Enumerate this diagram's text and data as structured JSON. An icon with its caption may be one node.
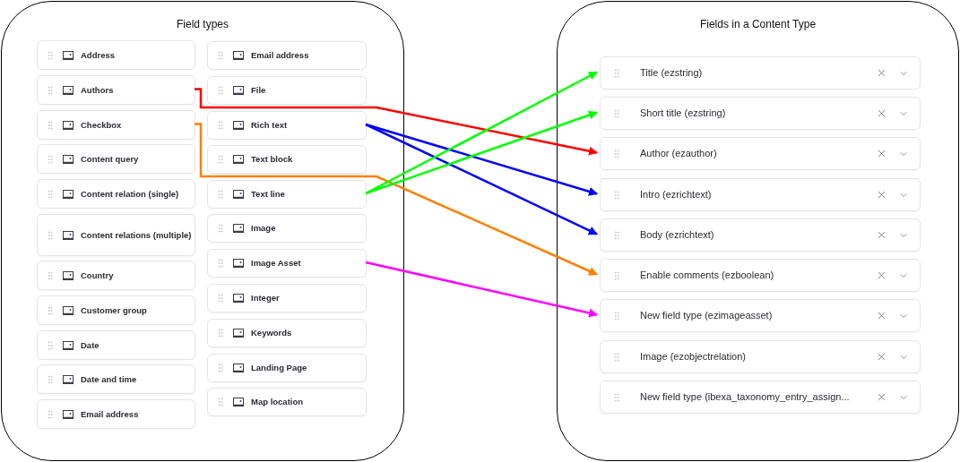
{
  "diagram": {
    "nodes": [
      {
        "text": [
          "Field types"
        ]
      },
      {
        "text": [
          "Address"
        ],
        "in": 0
      },
      {
        "text": [
          "Authors"
        ],
        "in": 0
      },
      {
        "text": [
          "Checkbox"
        ],
        "in": 0
      },
      {
        "text": [
          "Content query"
        ],
        "in": 0
      },
      {
        "text": [
          "Content relation (single)"
        ],
        "in": 0
      },
      {
        "text": [
          "Content relations (multiple)"
        ],
        "in": 0
      },
      {
        "text": [
          "Country"
        ],
        "in": 0
      },
      {
        "text": [
          "Customer group"
        ],
        "in": 0
      },
      {
        "text": [
          "Date"
        ],
        "in": 0
      },
      {
        "text": [
          "Date and time"
        ],
        "in": 0
      },
      {
        "text": [
          "Email address"
        ],
        "in": 0
      },
      {
        "text": [
          "Email address"
        ],
        "in": 0
      },
      {
        "text": [
          "File"
        ],
        "in": 0
      },
      {
        "text": [
          "Rich text"
        ],
        "in": 0
      },
      {
        "text": [
          "Text block"
        ],
        "in": 0
      },
      {
        "text": [
          "Text line"
        ],
        "in": 0
      },
      {
        "text": [
          "Image"
        ],
        "in": 0
      },
      {
        "text": [
          "Image Asset"
        ],
        "in": 0
      },
      {
        "text": [
          "Integer"
        ],
        "in": 0
      },
      {
        "text": [
          "Keywords"
        ],
        "in": 0
      },
      {
        "text": [
          "Landing Page"
        ],
        "in": 0
      },
      {
        "text": [
          "Map location"
        ],
        "in": 0
      },
      {
        "text": [
          "Fields in a Content Type"
        ]
      },
      {
        "text": [
          "Title (ezstring)"
        ],
        "in": 23
      },
      {
        "text": [
          "Short title (ezstring)"
        ],
        "in": 23
      },
      {
        "text": [
          "Author (ezauthor)"
        ],
        "in": 23
      },
      {
        "text": [
          "Intro (ezrichtext)"
        ],
        "in": 23
      },
      {
        "text": [
          "Body (ezrichtext)"
        ],
        "in": 23
      },
      {
        "text": [
          "Enable comments (ezboolean)"
        ],
        "in": 23
      },
      {
        "text": [
          "New field type (ezimageasset)"
        ],
        "in": 23
      },
      {
        "text": [
          "Image (ezobjectrelation)"
        ],
        "in": 23
      },
      {
        "text": [
          "New field type (ibexa_taxonomy_entry_assign..."
        ],
        "in": 23
      }
    ],
    "edges": [
      {
        "from": 2,
        "to": 26,
        "arrow": "to",
        "color": "#ff0000"
      },
      {
        "from": 3,
        "to": 29,
        "arrow": "to",
        "color": "#ff7f00"
      },
      {
        "from": 14,
        "to": 27,
        "arrow": "to",
        "color": "#0000ff"
      },
      {
        "from": 14,
        "to": 28,
        "arrow": "to",
        "color": "#0000ff"
      },
      {
        "from": 16,
        "to": 24,
        "arrow": "to",
        "color": "#00ff00"
      },
      {
        "from": 16,
        "to": 25,
        "arrow": "to",
        "color": "#00ff00"
      },
      {
        "from": 18,
        "to": 30,
        "arrow": "to",
        "color": "#ff00ff"
      }
    ]
  }
}
